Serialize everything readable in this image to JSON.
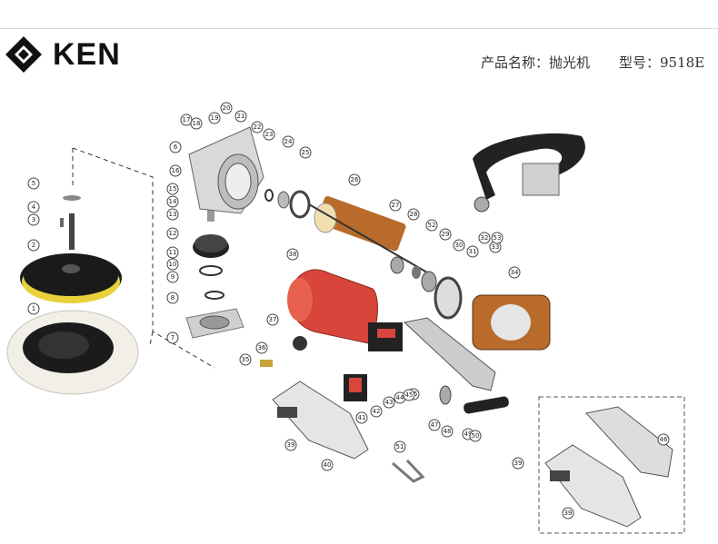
{
  "brand": {
    "name": "KEN"
  },
  "header": {
    "product_label": "产品名称：抛光机",
    "model_label": "型号：9518E"
  },
  "diagram": {
    "callouts": [
      "1",
      "2",
      "3",
      "4",
      "5",
      "6",
      "7",
      "8",
      "9",
      "10",
      "11",
      "12",
      "13",
      "14",
      "15",
      "16",
      "17",
      "18",
      "19",
      "20",
      "21",
      "22",
      "23",
      "24",
      "25",
      "26",
      "27",
      "28",
      "29",
      "30",
      "31",
      "32",
      "33",
      "34",
      "35",
      "36",
      "37",
      "38",
      "39",
      "39",
      "40",
      "41",
      "42",
      "43",
      "44",
      "45",
      "46",
      "47",
      "48",
      "49",
      "50",
      "51",
      "52",
      "53",
      "39",
      "45"
    ],
    "assembly_label": "(39)"
  },
  "colors": {
    "housing": "#d8453a",
    "pad_yellow": "#e8d13a",
    "pad_black": "#1a1a1a",
    "handle": "#222222",
    "copper": "#b86b2a"
  }
}
